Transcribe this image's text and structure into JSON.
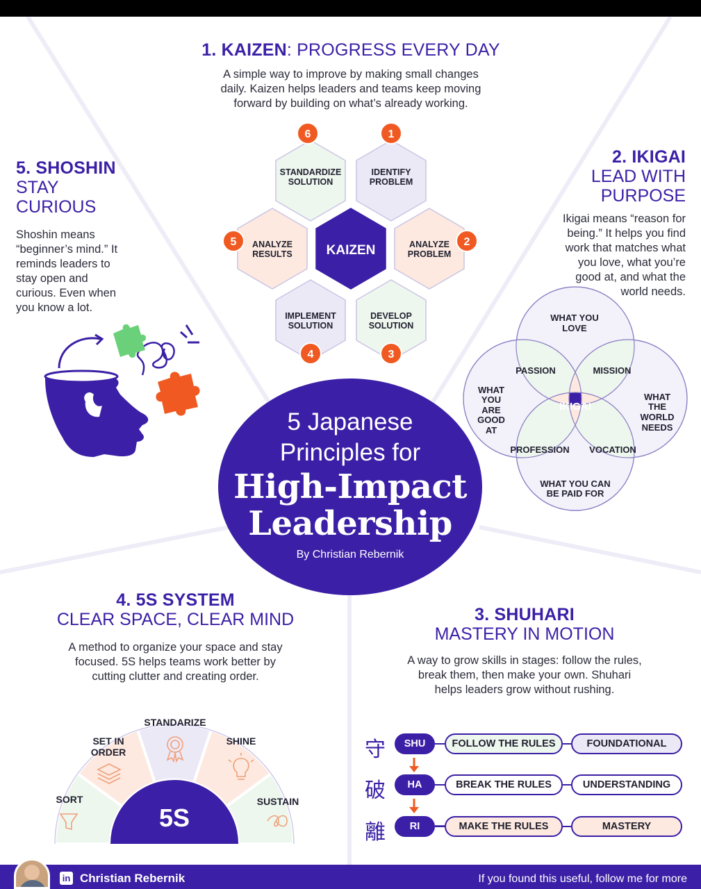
{
  "colors": {
    "primary": "#3b1fa6",
    "accent": "#f05a22",
    "light_purple": "#ece9f7",
    "light_green": "#eef7ee",
    "light_peach": "#fde9df"
  },
  "kaizen": {
    "num": "1. KAIZEN",
    "rest": ": PROGRESS EVERY DAY",
    "desc": [
      "A simple way to improve by making small changes",
      "daily. Kaizen helps leaders and teams keep moving",
      "forward by building on what’s already working."
    ],
    "center": "KAIZEN",
    "steps": [
      {
        "n": "1",
        "l1": "IDENTIFY",
        "l2": "PROBLEM"
      },
      {
        "n": "2",
        "l1": "ANALYZE",
        "l2": "PROBLEM"
      },
      {
        "n": "3",
        "l1": "DEVELOP",
        "l2": "SOLUTION"
      },
      {
        "n": "4",
        "l1": "IMPLEMENT",
        "l2": "SOLUTION"
      },
      {
        "n": "5",
        "l1": "ANALYZE",
        "l2": "RESULTS"
      },
      {
        "n": "6",
        "l1": "STANDARDIZE",
        "l2": "SOLUTION"
      }
    ]
  },
  "shoshin": {
    "num": "5. SHOSHIN",
    "sub1": "STAY",
    "sub2": "CURIOUS",
    "desc": [
      "Shoshin means",
      "“beginner’s mind.” It",
      "reminds leaders to",
      "stay open and",
      "curious. Even when",
      "you know a lot."
    ],
    "icons": [
      "head-icon",
      "puzzle-green-icon",
      "puzzle-orange-icon"
    ]
  },
  "ikigai": {
    "num": "2. IKIGAI",
    "sub1": "LEAD WITH",
    "sub2": "PURPOSE",
    "desc": [
      "Ikigai means “reason for",
      "being.” It helps you find",
      "work that matches what",
      "you love, what you’re",
      "good at, and what the",
      "world needs."
    ],
    "love": [
      "WHAT YOU",
      "LOVE"
    ],
    "good": [
      "WHAT",
      "YOU",
      "ARE",
      "GOOD",
      "AT"
    ],
    "world": [
      "WHAT",
      "THE",
      "WORLD",
      "NEEDS"
    ],
    "paid": [
      "WHAT YOU CAN",
      "BE PAID FOR"
    ],
    "passion": "PASSION",
    "mission": "MISSION",
    "profession": "PROFESSION",
    "vocation": "VOCATION",
    "center": "IKIGAI"
  },
  "hero": {
    "line1": "5 Japanese",
    "line2": "Principles for",
    "line3": "High-Impact",
    "line4": "Leadership",
    "byline": "By Christian Rebernik"
  },
  "fives": {
    "num": "4. 5S SYSTEM",
    "sub": "CLEAR SPACE, CLEAR MIND",
    "desc": [
      "A method to organize your space and stay",
      "focused. 5S helps teams work better by",
      "cutting clutter and creating order."
    ],
    "center": "5S",
    "sort": "SORT",
    "set1": "SET IN",
    "set2": "ORDER",
    "standarize": "STANDARIZE",
    "shine": "SHINE",
    "sustain": "SUSTAIN"
  },
  "shuhari": {
    "num": "3. SHUHARI",
    "sub": "MASTERY IN MOTION",
    "desc": [
      "A way to grow skills in stages: follow the rules,",
      "break them, then make your own. Shuhari",
      "helps leaders grow without rushing."
    ],
    "rows": [
      {
        "kanji": "守",
        "stage": "SHU",
        "action": "FOLLOW THE RULES",
        "level": "FOUNDATIONAL"
      },
      {
        "kanji": "破",
        "stage": "HA",
        "action": "BREAK THE RULES",
        "level": "UNDERSTANDING"
      },
      {
        "kanji": "離",
        "stage": "RI",
        "action": "MAKE THE RULES",
        "level": "MASTERY"
      }
    ]
  },
  "footer": {
    "name": "Christian Rebernik",
    "linkedin": "in",
    "cta": "If you found this useful, follow me for more"
  }
}
